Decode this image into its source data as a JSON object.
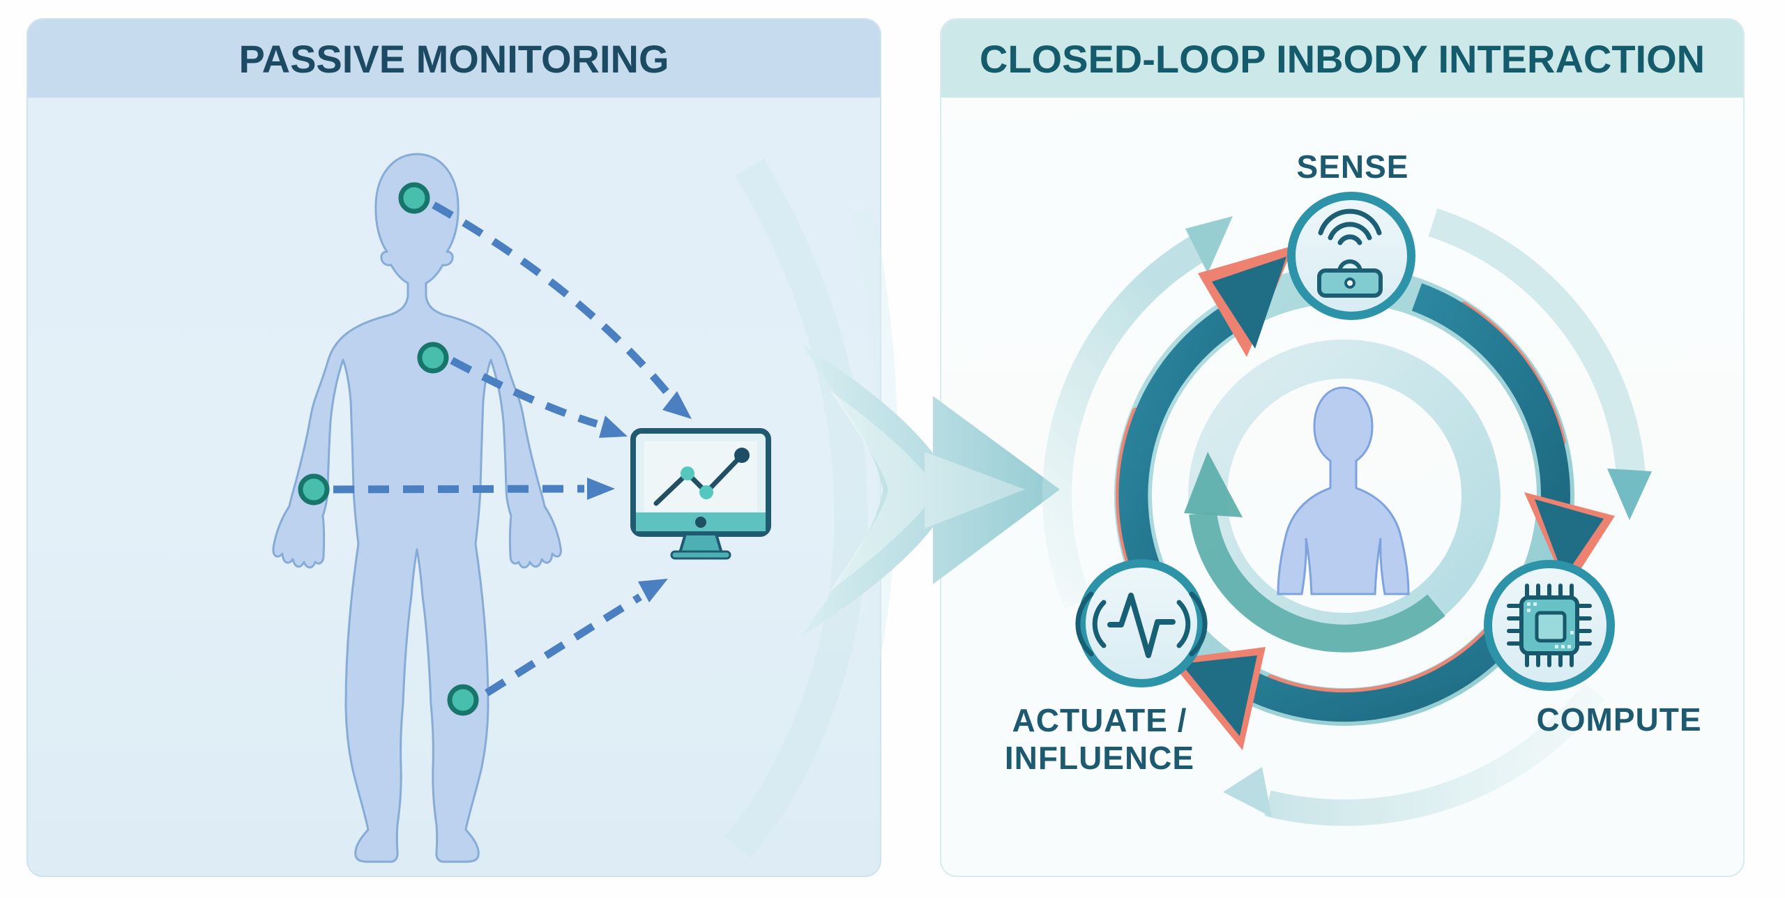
{
  "figure": {
    "left_panel": {
      "title": "PASSIVE MONITORING",
      "description_icons": {
        "body": "human-body-silhouette-icon",
        "sensors": [
          "head-sensor-dot",
          "chest-sensor-dot",
          "wrist-sensor-dot",
          "knee-sensor-dot"
        ],
        "display": "monitor-with-trend-chart-icon",
        "links": "dashed-data-flow-arrows"
      }
    },
    "transition": {
      "icon": "big-right-flow-arrow"
    },
    "right_panel": {
      "title": "CLOSED-LOOP INBODY INTERACTION",
      "center_icon": "human-torso-silhouette-icon",
      "nodes": [
        {
          "id": "sense",
          "label": "SENSE",
          "icon": "wireless-sensor-icon"
        },
        {
          "id": "compute",
          "label": "COMPUTE",
          "icon": "chip-icon"
        },
        {
          "id": "actuate",
          "label_line1": "ACTUATE /",
          "label_line2": "INFLUENCE",
          "icon": "haptic-pulse-icon"
        }
      ],
      "loop_direction": "clockwise"
    },
    "colors": {
      "left_header_bg": "#c6dcee",
      "right_header_bg": "#cde8e9",
      "title_left": "#1c4a63",
      "title_right": "#145b6c",
      "body_fill": "#bcd2ee",
      "sensor_fill": "#48bfae",
      "sensor_stroke": "#18756c",
      "dashed_arrow": "#4a7fc1",
      "ring_teal": "#8fcdd1",
      "dark_arrow": "#1f6e86",
      "coral_accent": "#ee8270",
      "node_stroke": "#2d93a8",
      "monitor_teal": "#5ec2c1"
    }
  }
}
